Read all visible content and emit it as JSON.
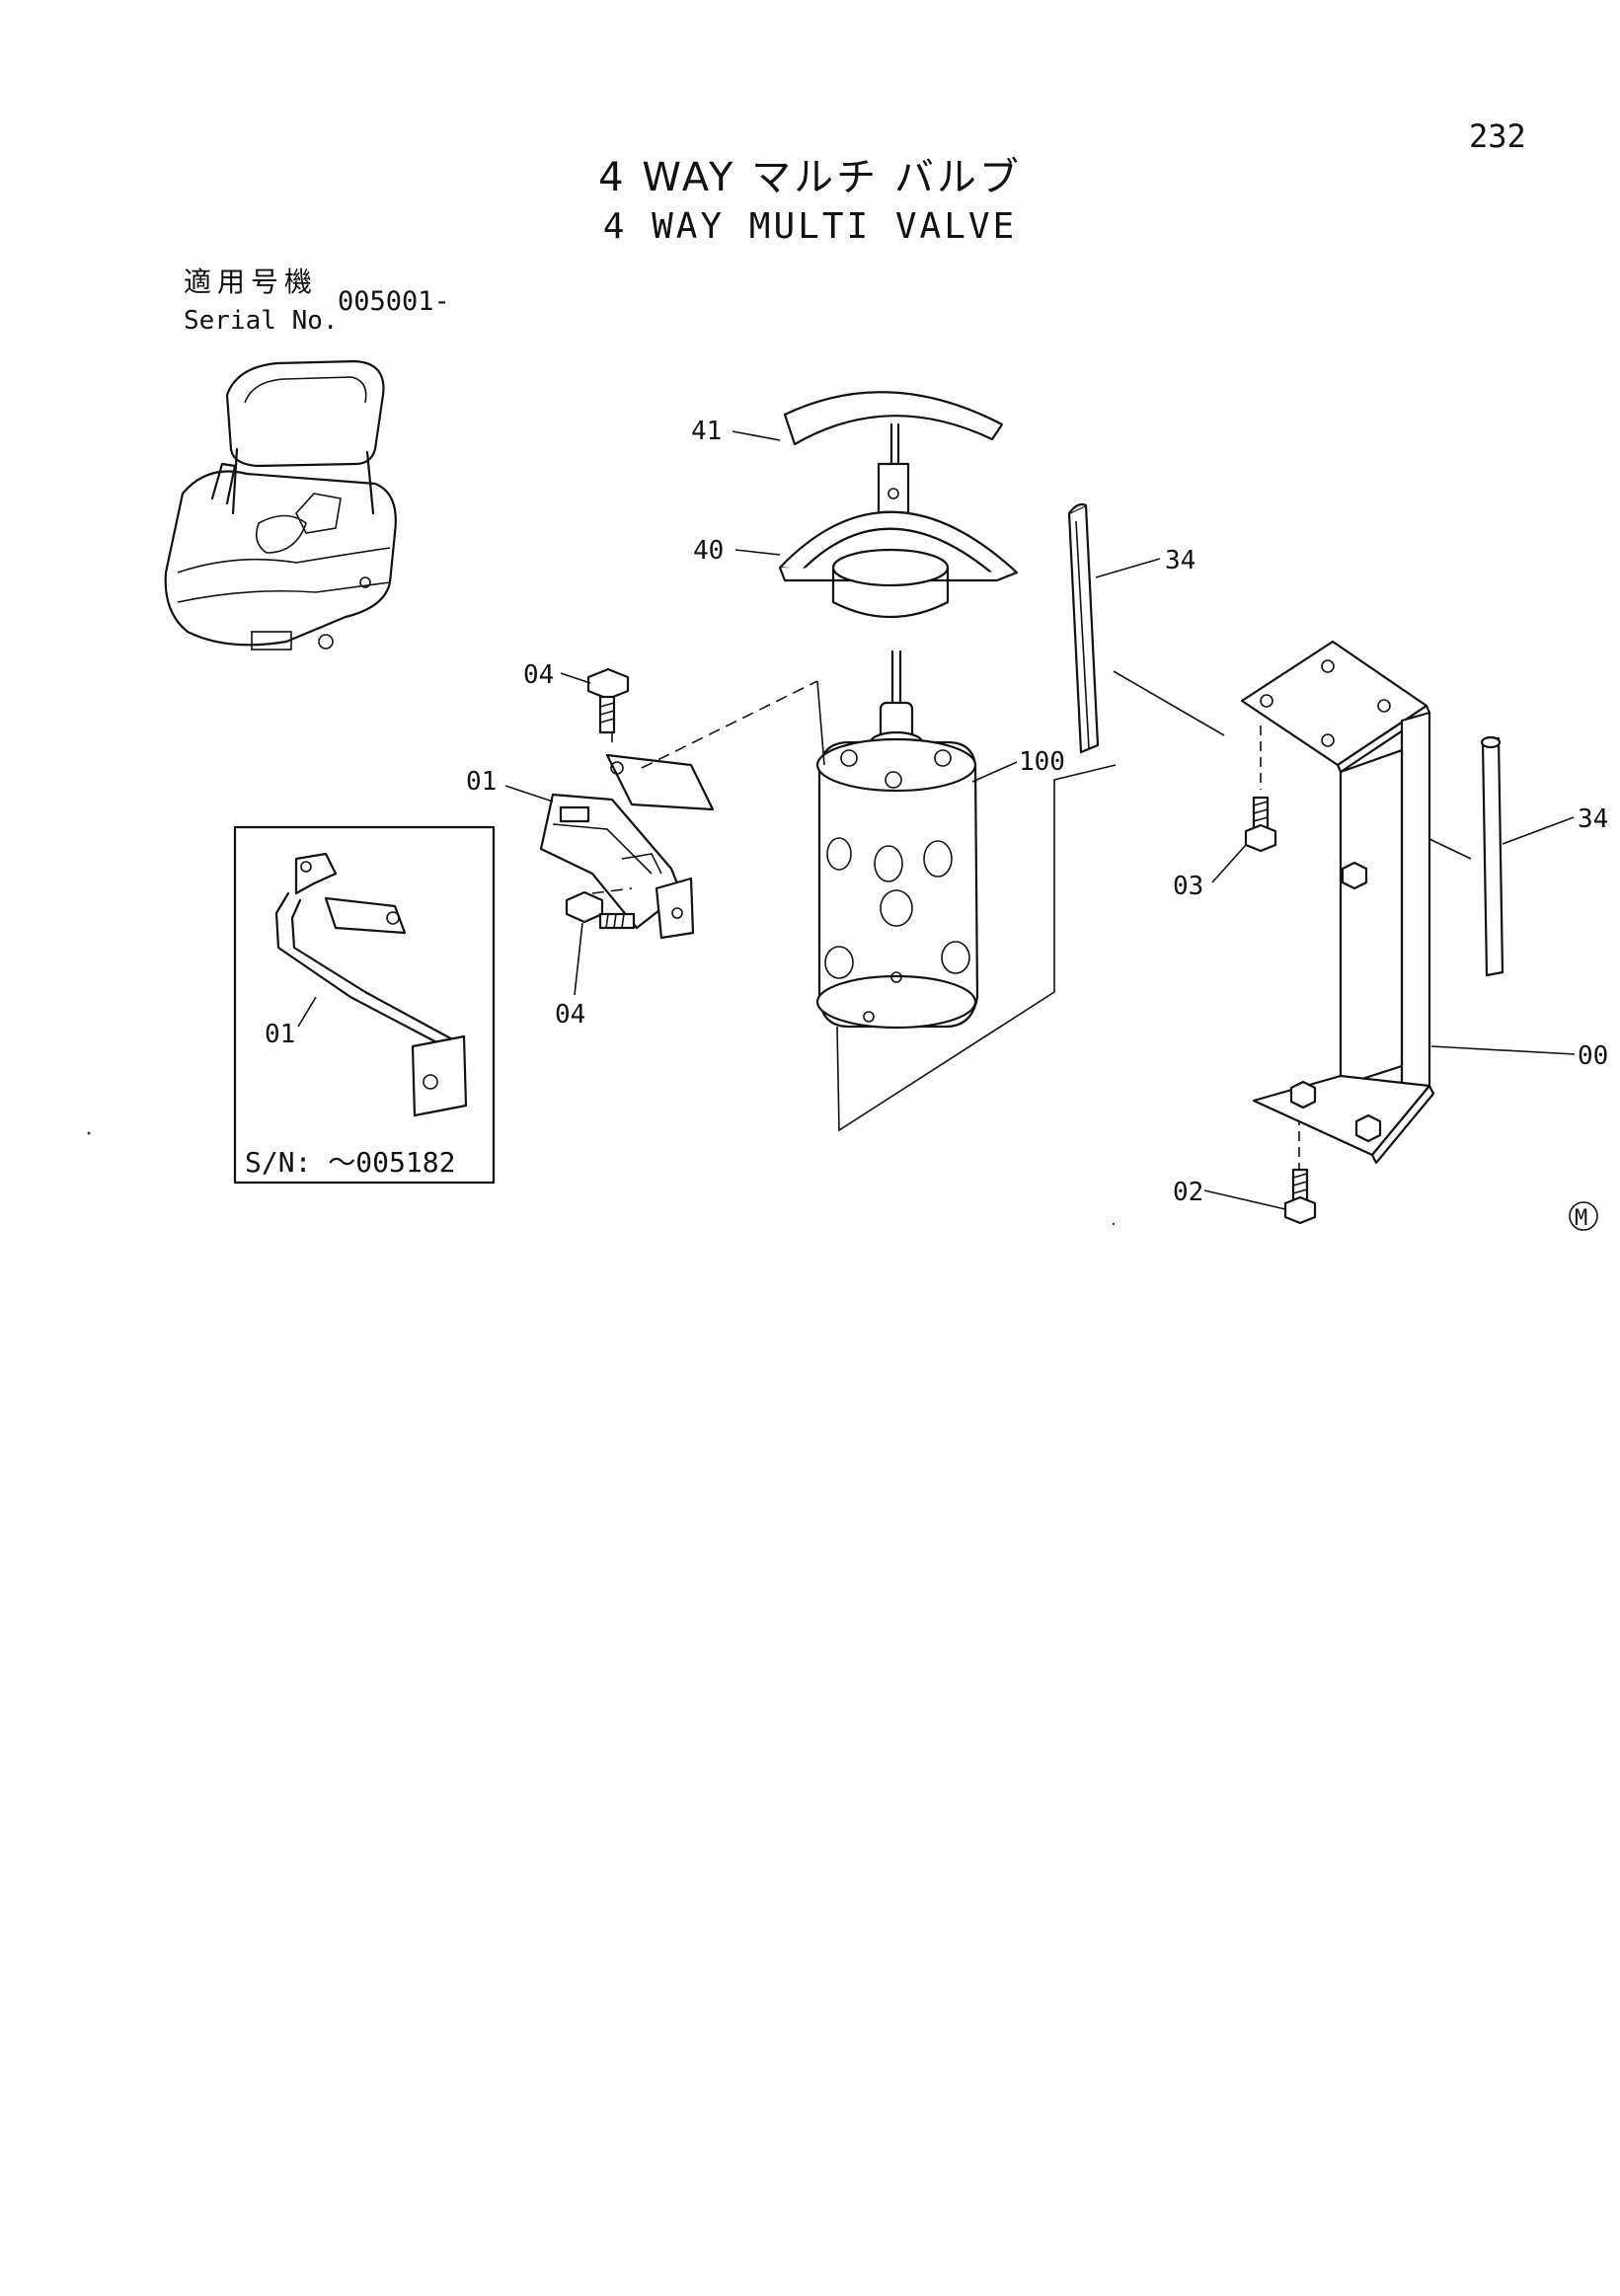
{
  "page_number": "232",
  "title_jp": "4 WAY マルチ バルブ",
  "title_en": "4 WAY MULTI VALVE",
  "serial": {
    "label_jp": "適用号機",
    "label_en": "Serial No.",
    "value": "005001-"
  },
  "inset_note": "S/N: ～005182",
  "parts": {
    "p41": "41",
    "p40": "40",
    "p34a": "34",
    "p34b": "34",
    "p04a": "04",
    "p01": "01",
    "p100": "100",
    "p04b": "04",
    "p03": "03",
    "p00": "00",
    "p01_inset": "01",
    "p02": "02"
  },
  "mark": "M"
}
